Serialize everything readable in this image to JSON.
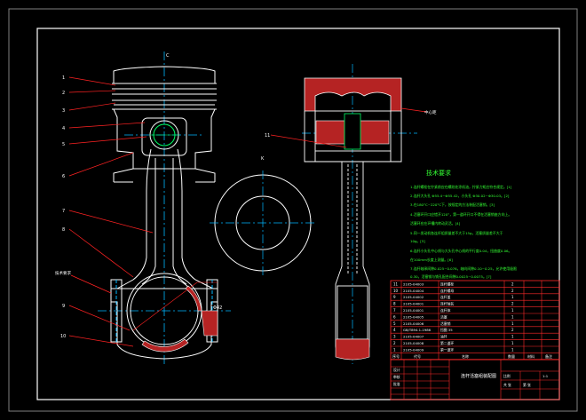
{
  "colors": {
    "background": "#000000",
    "frame": "#ffffff",
    "part_outline": "#ffffff",
    "center_line": "#00b7ff",
    "leader": "#ff2222",
    "note_text": "#33ff33",
    "section_fill": "#b52323",
    "title_block_lines": "#ff2a2a",
    "bore_accent": "#00ff66",
    "section_mark": "#ff3030"
  },
  "view_marks": {
    "top_axis": "C",
    "middle_label": "K",
    "callout_left_11": "11"
  },
  "balloons": [
    "1",
    "2",
    "3",
    "4",
    "5",
    "6",
    "7",
    "8",
    "9",
    "10"
  ],
  "leader_notes": {
    "left_note": "技术要求",
    "right_note": "中心距",
    "section_note": "Φ42"
  },
  "tech_requirements": {
    "heading": "技术要求",
    "lines": [
      "1.连杆螺栓在拧紧前应在螺纹处涂机油，拧紧力矩应符合规定。[1]",
      "2.连杆大头孔 Φ55.4~Φ55.42，小头孔 Φ30.02~Φ30.03。[2]",
      "3.在180°C~220°C下，按规定的方法装配活塞销。[3]",
      "4.活塞环开口应错开120°，第一道环开口不得在活塞销座方向上。",
      "  活塞环应在环槽内转动灵活。[4]",
      "5.同一发动机各连杆组质量差不大于15g，活塞质量差不大于",
      "  10g。[5]",
      "6.连杆小头孔中心线与大头孔中心线的平行度0.04，扭曲度0.06。",
      "  在100mm长度上测量。[6]",
      "7.连杆轴承间隙0.025~0.076，轴向间隙0.10~0.25，允许使用极限",
      "  0.30，活塞销与销孔配合间隙0.0025~0.0075。[7]"
    ]
  },
  "parts_list": [
    {
      "no": "11",
      "code": "2105-04003",
      "name": "连杆螺栓",
      "qty": "2"
    },
    {
      "no": "10",
      "code": "2105-04004",
      "name": "连杆螺母",
      "qty": "2"
    },
    {
      "no": "9",
      "code": "2105-04002",
      "name": "连杆盖",
      "qty": "1"
    },
    {
      "no": "8",
      "code": "2105-04001",
      "name": "连杆轴瓦",
      "qty": "2"
    },
    {
      "no": "7",
      "code": "2105-04001",
      "name": "连杆体",
      "qty": "1"
    },
    {
      "no": "6",
      "code": "2105-04005",
      "name": "活塞",
      "qty": "1"
    },
    {
      "no": "5",
      "code": "2105-04006",
      "name": "活塞销",
      "qty": "1"
    },
    {
      "no": "4",
      "code": "GB/T894.1-1986",
      "name": "挡圈 35",
      "qty": "2"
    },
    {
      "no": "3",
      "code": "2105-04007",
      "name": "油环",
      "qty": "1"
    },
    {
      "no": "2",
      "code": "2105-04008",
      "name": "第二道环",
      "qty": "1"
    },
    {
      "no": "1",
      "code": "2105-04009",
      "name": "第一道环",
      "qty": "1"
    }
  ],
  "parts_header": {
    "no": "序号",
    "code": "代号",
    "name": "名称",
    "qty": "数量",
    "mat": "材料",
    "note": "备注"
  },
  "title_block": {
    "drawing_title": "连杆活塞组装配图",
    "scale_label": "比例",
    "scale": "1:1",
    "sheet_label": "共 张",
    "sheet2_label": "第 张",
    "designer_label": "设计",
    "checker_label": "审核",
    "approver_label": "批准"
  }
}
